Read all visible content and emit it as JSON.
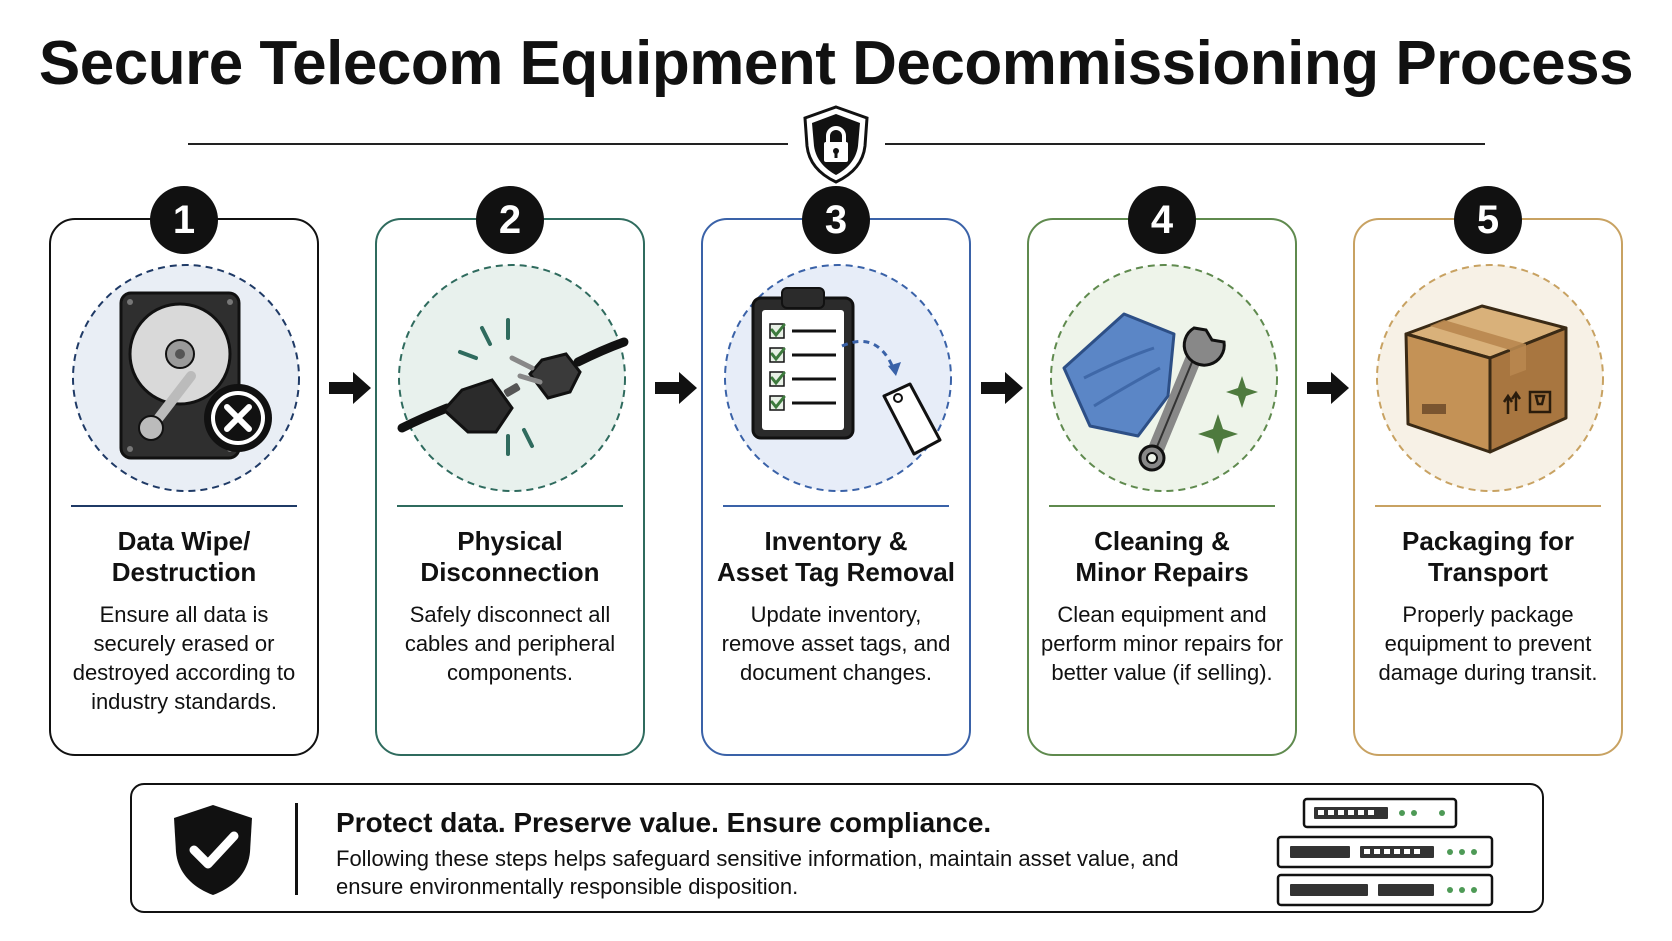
{
  "title": "Secure Telecom Equipment Decommissioning Process",
  "steps": [
    {
      "number": "1",
      "title_lines": [
        "Data Wipe/",
        "Destruction"
      ],
      "description": "Ensure all data is securely erased or destroyed according to industry standards.",
      "accent": "#1f3a66",
      "icon": "hard-drive-x-icon"
    },
    {
      "number": "2",
      "title_lines": [
        "Physical",
        "Disconnection"
      ],
      "description": "Safely disconnect all cables and peripheral components.",
      "accent": "#2f6b5e",
      "icon": "unplug-icon"
    },
    {
      "number": "3",
      "title_lines": [
        "Inventory &",
        "Asset Tag Removal"
      ],
      "description": "Update inventory, remove asset tags, and document changes.",
      "accent": "#3a62a8",
      "icon": "clipboard-tag-icon"
    },
    {
      "number": "4",
      "title_lines": [
        "Cleaning &",
        "Minor Repairs"
      ],
      "description": "Clean equipment and perform minor repairs for better value (if selling).",
      "accent": "#5f8a4e",
      "icon": "cloth-wrench-icon"
    },
    {
      "number": "5",
      "title_lines": [
        "Packaging for",
        "Transport"
      ],
      "description": "Properly package equipment to prevent damage during transit.",
      "accent": "#c8a262",
      "icon": "package-box-icon"
    }
  ],
  "footer": {
    "headline": "Protect data. Preserve value. Ensure compliance.",
    "text": "Following these steps helps safeguard sensitive information, maintain asset value, and ensure environmentally responsible disposition."
  }
}
